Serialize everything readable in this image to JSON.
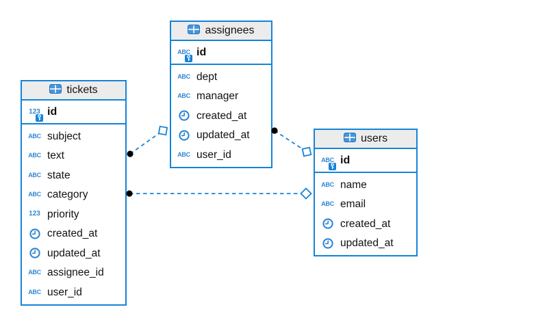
{
  "diagram": {
    "tables": [
      {
        "name": "tickets",
        "fields": [
          {
            "name": "id",
            "type": "number",
            "pk": true
          },
          {
            "name": "subject",
            "type": "text"
          },
          {
            "name": "text",
            "type": "text"
          },
          {
            "name": "state",
            "type": "text"
          },
          {
            "name": "category",
            "type": "text"
          },
          {
            "name": "priority",
            "type": "number"
          },
          {
            "name": "created_at",
            "type": "datetime"
          },
          {
            "name": "updated_at",
            "type": "datetime"
          },
          {
            "name": "assignee_id",
            "type": "text"
          },
          {
            "name": "user_id",
            "type": "text"
          }
        ]
      },
      {
        "name": "assignees",
        "fields": [
          {
            "name": "id",
            "type": "text",
            "pk": true
          },
          {
            "name": "dept",
            "type": "text"
          },
          {
            "name": "manager",
            "type": "text"
          },
          {
            "name": "created_at",
            "type": "datetime"
          },
          {
            "name": "updated_at",
            "type": "datetime"
          },
          {
            "name": "user_id",
            "type": "text"
          }
        ]
      },
      {
        "name": "users",
        "fields": [
          {
            "name": "id",
            "type": "text",
            "pk": true
          },
          {
            "name": "name",
            "type": "text"
          },
          {
            "name": "email",
            "type": "text"
          },
          {
            "name": "created_at",
            "type": "datetime"
          },
          {
            "name": "updated_at",
            "type": "datetime"
          }
        ]
      }
    ],
    "relations": [
      {
        "from": "tickets",
        "to": "assignees"
      },
      {
        "from": "tickets",
        "to": "users"
      },
      {
        "from": "assignees",
        "to": "users"
      }
    ],
    "icons": {
      "text": "ABC",
      "number": "123",
      "datetime": "clock-icon",
      "table": "table-icon",
      "primary_key": "key-icon"
    },
    "colors": {
      "accent": "#1583d7",
      "icon_blue": "#2e86d2",
      "header_bg": "#ececec",
      "text": "#111111",
      "connector_dot": "#000000"
    }
  }
}
